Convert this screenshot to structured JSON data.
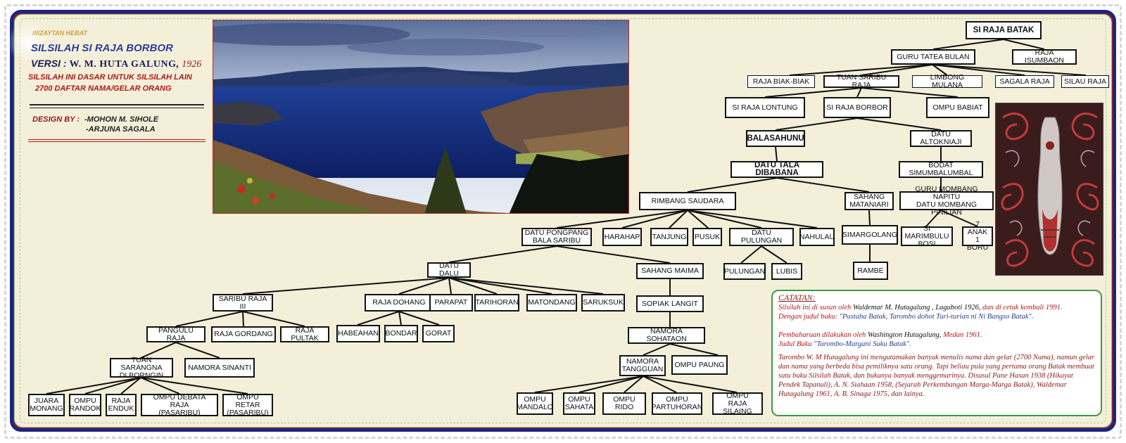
{
  "header": {
    "small_text": "////ZAYTAN HEBAT",
    "title": "SILSILAH SI RAJA BORBOR",
    "versi_label": "VERSI :",
    "versi_name": "W. M. HUTA GALUNG",
    "versi_sep": ",",
    "versi_year": "1926",
    "desc_line1": "SILSILAH INI DASAR UNTUK SILSILAH LAIN",
    "desc_line2": "2700  DAFTAR NAMA/GELAR ORANG",
    "design_label": "DESIGN BY :",
    "designer1": "-MOHON   M.  SIHOLE",
    "designer2": "-ARJUNA SAGALA"
  },
  "tree": {
    "si_raja_batak": "SI RAJA BATAK",
    "guru_tatea_bulan": "GURU TATEA BULAN",
    "raja_isumbaon": "RAJA ISUMBAON",
    "raja_biak_biak": "RAJA BIAK-BIAK",
    "tuan_saribu_raja": "TUAN SARIBU RAJA",
    "limbong_mulana": "LIMBONG MULANA",
    "sagala_raja": "SAGALA RAJA",
    "silau_raja": "SILAU RAJA",
    "si_raja_lontung": "SI RAJA LONTUNG",
    "si_raja_borbor": "SI RAJA BORBOR",
    "ompu_babiat": "OMPU  BABIAT",
    "balasahunu": "BALASAHUNU",
    "datu_altokniaji": "DATU ALTOKNIAJI",
    "datu_tala_dibabana": "DATU TALA DIBABANA",
    "bodat_simumbalumbal": "BODAT SIMUMBALUMBAL",
    "rimbang_saudara": "RIMBANG SAUDARA",
    "sahang_mataniari": "SAHANG\nMATANIARI",
    "guru_mombang": "GURU MOMBANG NAPITU\nDATU MOMBANG PINILIAN",
    "datu_pongpang": "DATU PONGPANG\nBALA SARIBU",
    "harahap": "HARAHAP",
    "tanjung": "TANJUNG",
    "pusuk": "PUSUK",
    "datu_pulungan": "DATU PULUNGAN",
    "nahulau": "NAHULAU",
    "simargolang": "SIMARGOLANG",
    "si_marimbulu_bosi": "SI MARIMBULU\nBOSI",
    "tujuh_anak": "7 ANAK\n1 BORU",
    "pulungan": "PULUNGAN",
    "lubis": "LUBIS",
    "rambe": "RAMBE",
    "datu_dalu": "DATU DALU",
    "sahang_maima": "SAHANG MAIMA",
    "saribu_raja_iii": "SARIBU RAJA III",
    "raja_dohang": "RAJA DOHANG",
    "parapat": "PARAPAT",
    "tarihoran": "TARIHORAN",
    "matondang": "MATONDANG",
    "saruksuk": "SARUKSUK",
    "sopiak_langit": "SOPIAK LANGIT",
    "pangulu_raja": "PANGULU RAJA",
    "raja_gordang": "RAJA GORDANG",
    "raja_pultak": "RAJA PULTAK",
    "habeahan": "HABEAHAN",
    "bondar": "BONDAR",
    "gorat": "GORAT",
    "namora_sohataon": "NAMORA SOHATAON",
    "tuan_sarangna": "TUAN SARANGNA\nDI BORNGIN",
    "namora_sinanti": "NAMORA SINANTI",
    "namora_tangguan": "NAMORA\nTANGGUAN",
    "ompu_paung": "OMPU PAUNG",
    "juara_monang": "JUARA\nMONANG",
    "ompu_randok": "OMPU\nRANDOK",
    "raja_enduk": "RAJA\nENDUK",
    "ompu_debata_raja": "OMPU DEBATA RAJA\n(PASARIBU)",
    "ompu_retar": "OMPU RETAR\n(PASARIBU)",
    "ompu_mandalo": "OMPU\nMANDALO",
    "ompu_sahata": "OMPU\nSAHATA",
    "ompu_rido": "OMPU RIDO",
    "ompu_partuhoran": "OMPU\nPARTUHORAN",
    "ompu_raja_silaing": "OMPU\nRAJA SILAING"
  },
  "note": {
    "title": "CATATAN:",
    "p1_a": "Silsilah ini di susun oleh ",
    "p1_b": "Waldemar M. Hutagalung , Laguboti 1926, ",
    "p1_c": "dan di cetak kembali 1991.",
    "p2_a": "Dengan judul buku:  ",
    "p2_b": "\"Pustaha Batak, Tarombo dohot Turi-turian ni Ni Bangso Batak\".",
    "p3_a": "Pembaharuan dilakukan oleh ",
    "p3_b": "Washington Hutagalung, ",
    "p3_c": "Medan  1961.",
    "p4_a": "Judul Buku ",
    "p4_b": "\"Tarombo-Margani Suku Batak\".",
    "p5": "Tarombo W. M Hutagalung ini mengutamakan banyak menulis nama dan gelar (2700 Nama), namun gelar dan nama yang berbeda  bisa pemiliknya satu orang.  Tapi beliau pula yang pertama orang Batak membuat satu buku Silsilah Batak, dan bukunya banyak menggemarinya. Disusul Pane Hasan 1938 (Hikayat Pendek Tapanuli), A. N. Siahaan  1958, (Sejarah Perkembangan Marga-Marga Batak), Waldemar Hutagalung 1961, A. B. Sinaga 1975, dan lainya."
  },
  "colors": {
    "frame_blue": "#1b2580",
    "frame_red": "#b01b1b",
    "paper": "#f4efd9",
    "note_border": "#3a9a4a",
    "accent_red": "#b01818",
    "accent_blue": "#2a3a92"
  }
}
